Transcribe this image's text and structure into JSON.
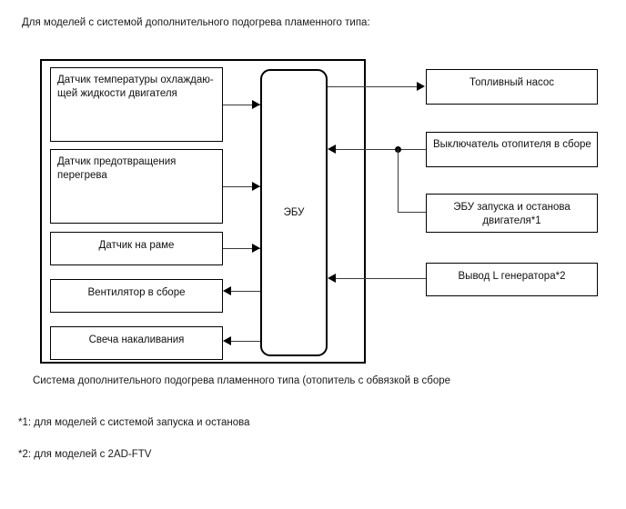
{
  "intro": {
    "text": "Для моделей с системой дополнительного подогрева пламенного типа:"
  },
  "diagram": {
    "ecu": {
      "label": "ЭБУ"
    },
    "left_boxes": [
      {
        "label": "Датчик температуры охлаждаю-\nщей жидкости двигателя",
        "align": "left"
      },
      {
        "label": "Датчик предотвращения\nперегрева",
        "align": "left"
      },
      {
        "label": "Датчик на раме",
        "align": "center"
      },
      {
        "label": "Вентилятор в сборе",
        "align": "center"
      },
      {
        "label": "Свеча накаливания",
        "align": "center"
      }
    ],
    "right_boxes": [
      {
        "label": "Топливный насос",
        "align": "center"
      },
      {
        "label": "Выключатель отопителя в сборе",
        "align": "left"
      },
      {
        "label": "ЭБУ запуска и останова\nдвигателя*1",
        "align": "center"
      },
      {
        "label": "Вывод L генератора*2",
        "align": "center"
      }
    ]
  },
  "caption": {
    "text": "Система дополнительного подогрева пламенного типа (отопитель с обвязкой в сборе"
  },
  "footnotes": [
    {
      "text": "*1: для моделей с системой запуска и останова"
    },
    {
      "text": "*2: для моделей с 2AD-FTV"
    }
  ],
  "colors": {
    "line": "#000000",
    "wire": "#3a3a3a",
    "text": "#111111",
    "background": "#ffffff"
  }
}
